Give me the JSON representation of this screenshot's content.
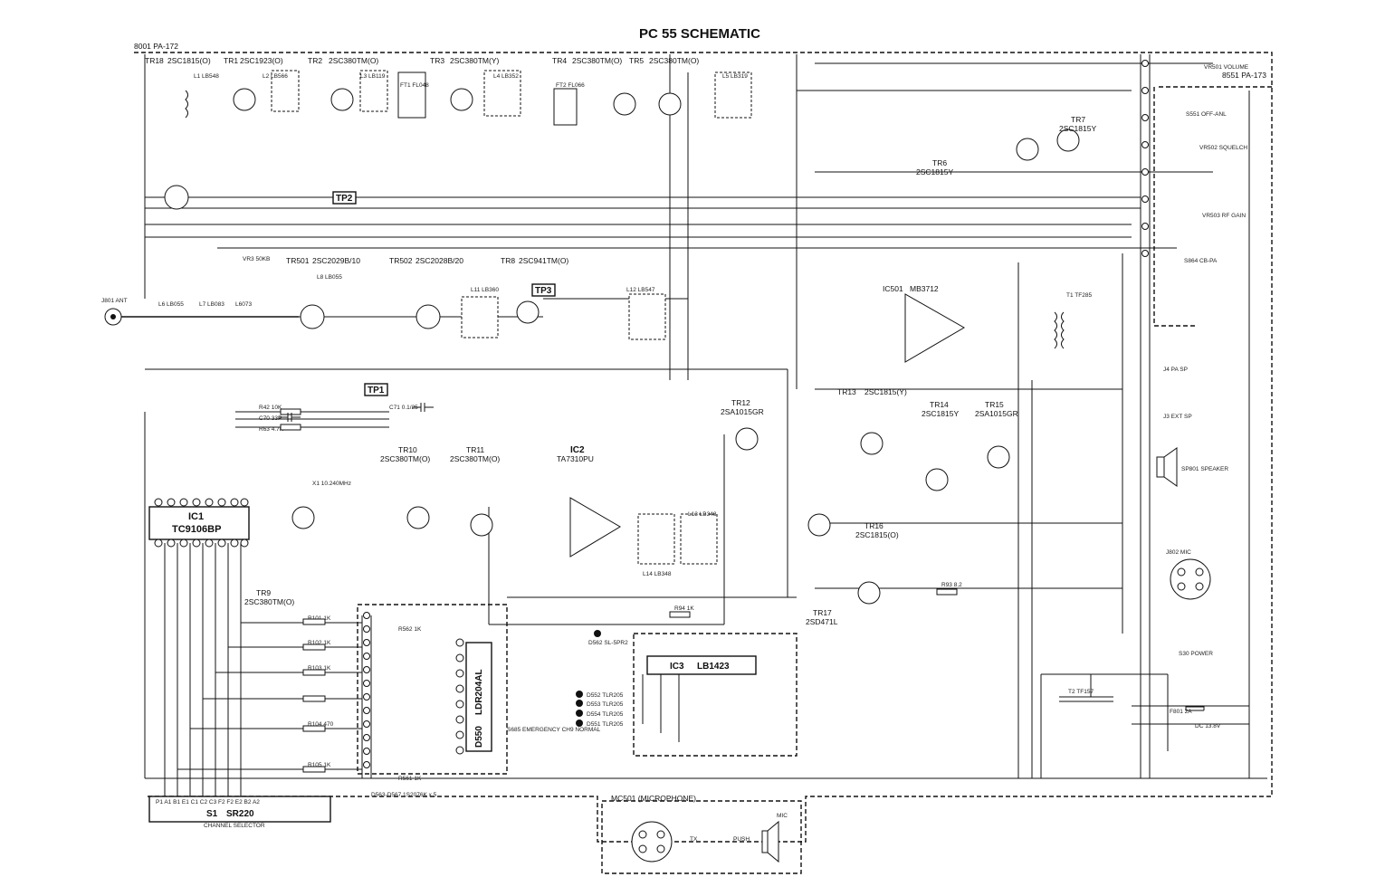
{
  "title": "PC 55 SCHEMATIC",
  "boards": {
    "main": "8001  PA-172",
    "side": "8551 PA-173"
  },
  "test_points": [
    "TP2",
    "TP3",
    "TP1"
  ],
  "transistors": [
    {
      "ref": "TR18",
      "type": "2SC1815(O)"
    },
    {
      "ref": "TR1",
      "type": "2SC1923(O)"
    },
    {
      "ref": "TR2",
      "type": "2SC380TM(O)"
    },
    {
      "ref": "TR3",
      "type": "2SC380TM(Y)"
    },
    {
      "ref": "TR4",
      "type": "2SC380TM(O)"
    },
    {
      "ref": "TR5",
      "type": "2SC380TM(O)"
    },
    {
      "ref": "TR501",
      "type": "2SC2029B/10"
    },
    {
      "ref": "TR502",
      "type": "2SC2028B/20"
    },
    {
      "ref": "TR8",
      "type": "2SC941TM(O)"
    },
    {
      "ref": "TR6",
      "type": "2SC1815Y"
    },
    {
      "ref": "TR7",
      "type": "2SC1815Y"
    },
    {
      "ref": "TR13",
      "type": "2SC1815(Y)"
    },
    {
      "ref": "TR14",
      "type": "2SC1815Y"
    },
    {
      "ref": "TR15",
      "type": "2SA1015GR"
    },
    {
      "ref": "TR12",
      "type": "2SA1015GR"
    },
    {
      "ref": "TR10",
      "type": "2SC380TM(O)"
    },
    {
      "ref": "TR11",
      "type": "2SC380TM(O)"
    },
    {
      "ref": "TR9",
      "type": "2SC380TM(O)"
    },
    {
      "ref": "TR16",
      "type": "2SC1815(O)"
    },
    {
      "ref": "TR17",
      "type": "2SD471L"
    }
  ],
  "ics": {
    "ic1_ref": "IC1",
    "ic1_type": "TC9106BP",
    "ic2_ref": "IC2",
    "ic2_type": "TA7310PU",
    "ic3_ref": "IC3",
    "ic3_type": "LB1423",
    "ic501_ref": "IC501",
    "ic501_type": "MB3712",
    "d550_ref": "D550",
    "d550_type": "LDR204AL"
  },
  "selector": {
    "ref": "S1",
    "type": "SR220",
    "caption": "CHANNEL SELECTOR",
    "pins": "P1 A1 B1 E1 C1 C2 C3 F2 F2 E2 B2 A2"
  },
  "connectors": {
    "ant": "J801 ANT",
    "mic_jack": "J802 MIC",
    "pa_sp": "J4 PA SP",
    "ext_sp": "J3 EXT SP",
    "speaker": "SP801 SPEAKER",
    "power": "S30 POWER",
    "fuse": "F801 2A",
    "dc": "DC 13.8V",
    "cb_pa": "S864 CB-PA",
    "anl": "S551 OFF-ANL",
    "volume": "VR501 VOLUME",
    "squelch": "VR502 SQUELCH",
    "rf_gain": "VR503 RF GAIN",
    "emergency": "S685 EMERGENCY CH9 NORMAL"
  },
  "microphone": {
    "title": "MC501 (MICROPHONE)",
    "push": "PUSH",
    "mic": "MIC",
    "tx": "TX"
  },
  "components": {
    "coils": [
      "L1 LB548",
      "L2 LB566",
      "L3 LB119",
      "L4 LB352",
      "L5 LB319",
      "L6 LB055",
      "L7 LB083",
      "L8 LB055",
      "L11 LB360",
      "L12 LB547",
      "L13 LB348",
      "L14 LB348",
      "L6073"
    ],
    "filters": [
      "FT1 FL048",
      "FT2 FL066"
    ],
    "transformers": [
      "T1 TF285",
      "T2 TF157"
    ],
    "leds": [
      "D552 TLR205",
      "D553 TLR205",
      "D554 TLR205",
      "D551 TLR205"
    ],
    "misc": [
      "R42 10K",
      "C70 33P",
      "R63 4.7K",
      "C71 0.1/25",
      "R94 1K",
      "R93 8.2",
      "R561 1K",
      "D563-D567 1S2076K x 5",
      "VR3 50KB",
      "X1 10.240MHz",
      "R101 1K",
      "R102 1K",
      "R103 1K",
      "R104 470",
      "R105 1K",
      "R562 1K",
      "D562 SL-5PR2"
    ]
  }
}
